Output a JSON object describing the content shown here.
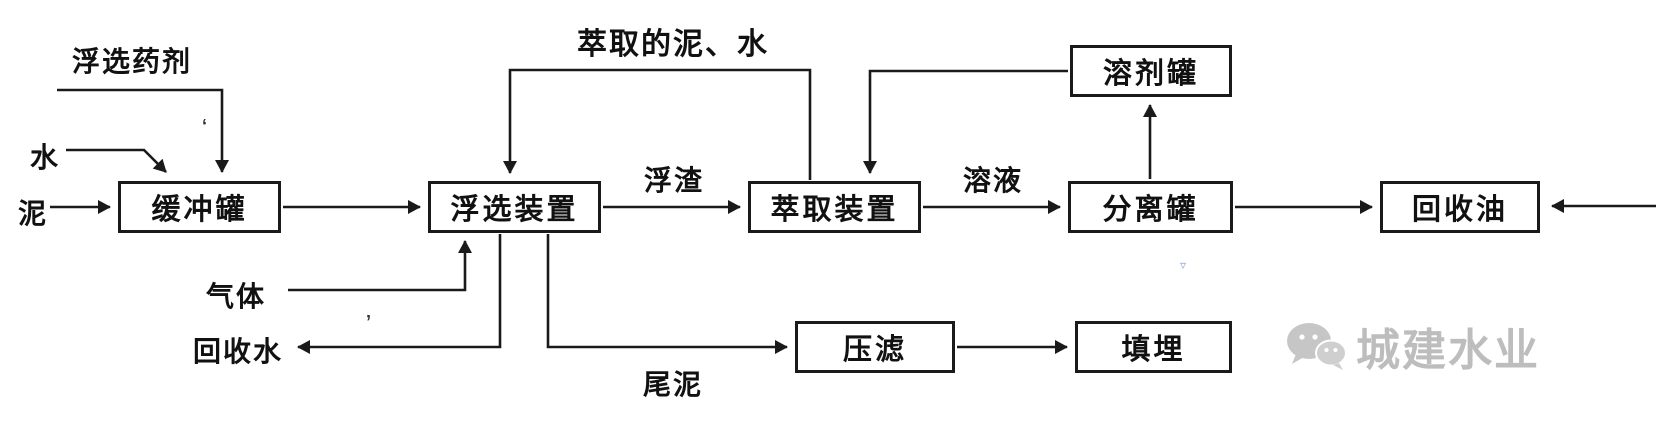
{
  "diagram": {
    "boxes": {
      "buffer_tank": "缓冲罐",
      "flotation_unit": "浮选装置",
      "extraction_unit": "萃取装置",
      "separation_tank": "分离罐",
      "recovered_oil": "回收油",
      "solvent_tank": "溶剂罐",
      "filter_press": "压滤",
      "landfill": "填埋"
    },
    "flow_labels": {
      "flotation_agent": "浮选药剂",
      "water": "水",
      "sludge": "泥",
      "extracted_mud_water": "萃取的泥、水",
      "scum": "浮渣",
      "solution": "溶液",
      "gas": "气体",
      "recovered_water": "回收水",
      "tail_sludge": "尾泥"
    },
    "edges": [
      {
        "from": "flotation_agent",
        "to": "buffer_tank",
        "label": ""
      },
      {
        "from": "water",
        "to": "buffer_tank",
        "label": ""
      },
      {
        "from": "sludge",
        "to": "buffer_tank",
        "label": ""
      },
      {
        "from": "buffer_tank",
        "to": "flotation_unit",
        "label": ""
      },
      {
        "from": "flotation_unit",
        "to": "extraction_unit",
        "label": "浮渣"
      },
      {
        "from": "extraction_unit",
        "to": "separation_tank",
        "label": "溶液"
      },
      {
        "from": "separation_tank",
        "to": "recovered_oil",
        "label": ""
      },
      {
        "from": "separation_tank",
        "to": "solvent_tank",
        "label": ""
      },
      {
        "from": "solvent_tank",
        "to": "extraction_unit",
        "label": ""
      },
      {
        "from": "extraction_unit",
        "to": "flotation_unit",
        "label": "萃取的泥、水"
      },
      {
        "from": "gas",
        "to": "flotation_unit",
        "label": ""
      },
      {
        "from": "flotation_unit",
        "to": "recovered_water",
        "label": ""
      },
      {
        "from": "flotation_unit",
        "to": "filter_press",
        "label": "尾泥"
      },
      {
        "from": "filter_press",
        "to": "landfill",
        "label": ""
      },
      {
        "from": "offscreen_right",
        "to": "recovered_oil",
        "label": ""
      }
    ],
    "watermark_text": "城建水业",
    "colors": {
      "line": "#1a1a1a",
      "watermark": "#bdbdbd"
    }
  }
}
